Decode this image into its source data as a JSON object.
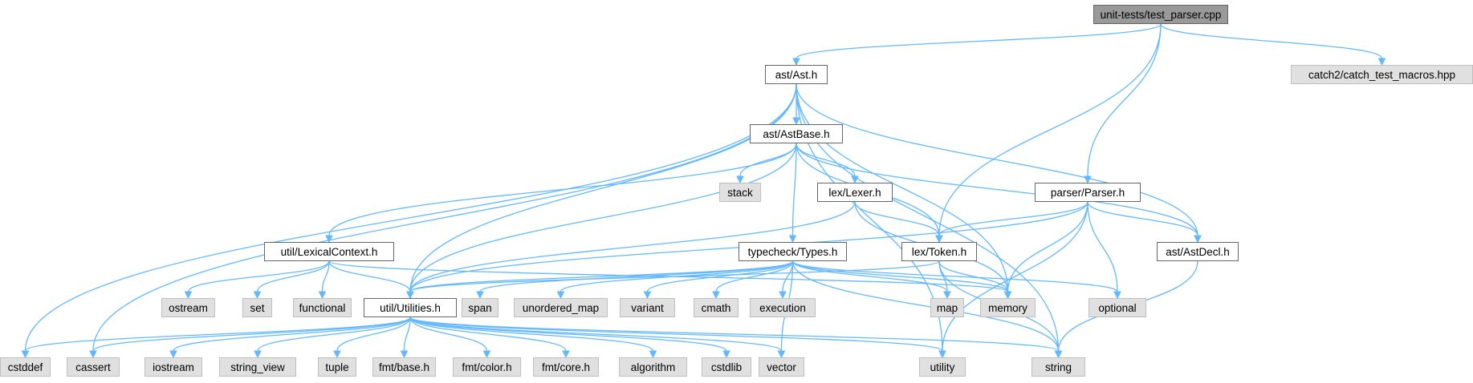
{
  "graph": {
    "nodes": [
      {
        "id": "test_parser",
        "label": "unit-tests/test_parser.cpp",
        "kind": "root"
      },
      {
        "id": "ast",
        "label": "ast/Ast.h",
        "kind": "local"
      },
      {
        "id": "catch2",
        "label": "catch2/catch_test_macros.hpp",
        "kind": "external"
      },
      {
        "id": "astbase",
        "label": "ast/AstBase.h",
        "kind": "local"
      },
      {
        "id": "parser",
        "label": "parser/Parser.h",
        "kind": "local"
      },
      {
        "id": "stack",
        "label": "stack",
        "kind": "external"
      },
      {
        "id": "lexer",
        "label": "lex/Lexer.h",
        "kind": "local"
      },
      {
        "id": "lexctx",
        "label": "util/LexicalContext.h",
        "kind": "local"
      },
      {
        "id": "types",
        "label": "typecheck/Types.h",
        "kind": "local"
      },
      {
        "id": "token",
        "label": "lex/Token.h",
        "kind": "local"
      },
      {
        "id": "astdecl",
        "label": "ast/AstDecl.h",
        "kind": "local"
      },
      {
        "id": "ostream",
        "label": "ostream",
        "kind": "external"
      },
      {
        "id": "set",
        "label": "set",
        "kind": "external"
      },
      {
        "id": "functional",
        "label": "functional",
        "kind": "external"
      },
      {
        "id": "utilities",
        "label": "util/Utilities.h",
        "kind": "local"
      },
      {
        "id": "span",
        "label": "span",
        "kind": "external"
      },
      {
        "id": "unordered_map",
        "label": "unordered_map",
        "kind": "external"
      },
      {
        "id": "variant",
        "label": "variant",
        "kind": "external"
      },
      {
        "id": "cmath",
        "label": "cmath",
        "kind": "external"
      },
      {
        "id": "execution",
        "label": "execution",
        "kind": "external"
      },
      {
        "id": "map",
        "label": "map",
        "kind": "external"
      },
      {
        "id": "memory",
        "label": "memory",
        "kind": "external"
      },
      {
        "id": "optional",
        "label": "optional",
        "kind": "external"
      },
      {
        "id": "cstddef",
        "label": "cstddef",
        "kind": "external"
      },
      {
        "id": "cassert",
        "label": "cassert",
        "kind": "external"
      },
      {
        "id": "iostream",
        "label": "iostream",
        "kind": "external"
      },
      {
        "id": "string_view",
        "label": "string_view",
        "kind": "external"
      },
      {
        "id": "tuple",
        "label": "tuple",
        "kind": "external"
      },
      {
        "id": "fmtbase",
        "label": "fmt/base.h",
        "kind": "external"
      },
      {
        "id": "fmtcolor",
        "label": "fmt/color.h",
        "kind": "external"
      },
      {
        "id": "fmtcore",
        "label": "fmt/core.h",
        "kind": "external"
      },
      {
        "id": "algorithm",
        "label": "algorithm",
        "kind": "external"
      },
      {
        "id": "cstdlib",
        "label": "cstdlib",
        "kind": "external"
      },
      {
        "id": "vector",
        "label": "vector",
        "kind": "external"
      },
      {
        "id": "utility",
        "label": "utility",
        "kind": "external"
      },
      {
        "id": "string",
        "label": "string",
        "kind": "external"
      }
    ],
    "edges": [
      [
        "test_parser",
        "ast"
      ],
      [
        "test_parser",
        "catch2"
      ],
      [
        "test_parser",
        "parser"
      ],
      [
        "test_parser",
        "token"
      ],
      [
        "ast",
        "astbase"
      ],
      [
        "ast",
        "astdecl"
      ],
      [
        "ast",
        "utilities"
      ],
      [
        "ast",
        "memory"
      ],
      [
        "ast",
        "string"
      ],
      [
        "ast",
        "cstddef"
      ],
      [
        "ast",
        "cassert"
      ],
      [
        "ast",
        "utility"
      ],
      [
        "astbase",
        "stack"
      ],
      [
        "astbase",
        "lexer"
      ],
      [
        "astbase",
        "token"
      ],
      [
        "astbase",
        "astdecl"
      ],
      [
        "astbase",
        "types"
      ],
      [
        "astbase",
        "lexctx"
      ],
      [
        "astbase",
        "utilities"
      ],
      [
        "parser",
        "token"
      ],
      [
        "parser",
        "astdecl"
      ],
      [
        "parser",
        "utilities"
      ],
      [
        "parser",
        "memory"
      ],
      [
        "parser",
        "optional"
      ],
      [
        "parser",
        "utility"
      ],
      [
        "lexer",
        "token"
      ],
      [
        "lexer",
        "utilities"
      ],
      [
        "lexer",
        "memory"
      ],
      [
        "lexctx",
        "ostream"
      ],
      [
        "lexctx",
        "set"
      ],
      [
        "lexctx",
        "functional"
      ],
      [
        "lexctx",
        "utilities"
      ],
      [
        "lexctx",
        "memory"
      ],
      [
        "types",
        "utilities"
      ],
      [
        "types",
        "span"
      ],
      [
        "types",
        "unordered_map"
      ],
      [
        "types",
        "variant"
      ],
      [
        "types",
        "cmath"
      ],
      [
        "types",
        "execution"
      ],
      [
        "types",
        "map"
      ],
      [
        "types",
        "memory"
      ],
      [
        "types",
        "optional"
      ],
      [
        "types",
        "vector"
      ],
      [
        "types",
        "string"
      ],
      [
        "token",
        "utilities"
      ],
      [
        "token",
        "map"
      ],
      [
        "token",
        "memory"
      ],
      [
        "token",
        "string"
      ],
      [
        "astdecl",
        "string"
      ],
      [
        "utilities",
        "cstddef"
      ],
      [
        "utilities",
        "cassert"
      ],
      [
        "utilities",
        "iostream"
      ],
      [
        "utilities",
        "string_view"
      ],
      [
        "utilities",
        "tuple"
      ],
      [
        "utilities",
        "fmtbase"
      ],
      [
        "utilities",
        "fmtcolor"
      ],
      [
        "utilities",
        "fmtcore"
      ],
      [
        "utilities",
        "algorithm"
      ],
      [
        "utilities",
        "cstdlib"
      ],
      [
        "utilities",
        "vector"
      ],
      [
        "utilities",
        "utility"
      ],
      [
        "utilities",
        "string"
      ]
    ]
  }
}
